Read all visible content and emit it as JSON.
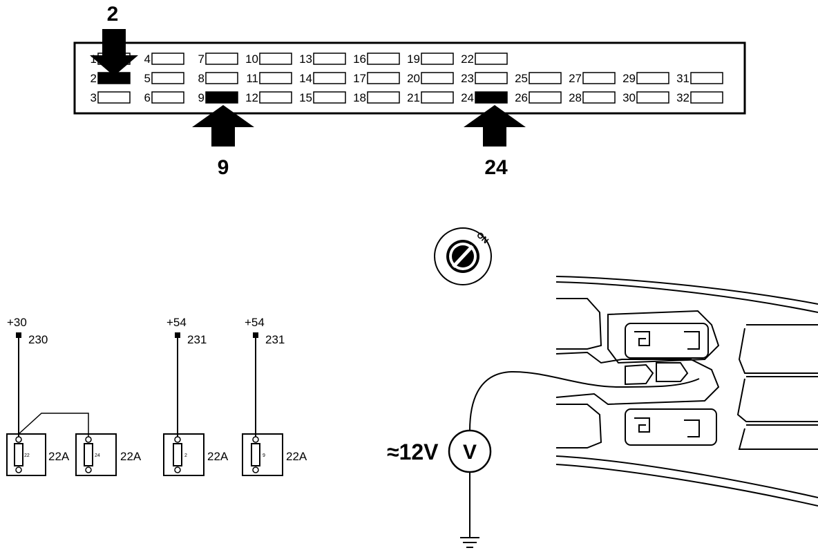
{
  "fuse_box": {
    "rows": [
      [
        1,
        4,
        7,
        10,
        13,
        16,
        19,
        22
      ],
      [
        2,
        5,
        8,
        11,
        14,
        17,
        20,
        23,
        25,
        27,
        29,
        31
      ],
      [
        3,
        6,
        9,
        12,
        15,
        18,
        21,
        24,
        26,
        28,
        30,
        32
      ]
    ],
    "highlighted": [
      2,
      9,
      24
    ],
    "callouts": [
      "2",
      "9",
      "24"
    ]
  },
  "ignition": {
    "label": "ON"
  },
  "circuits": [
    {
      "supply": "+30",
      "wire": "230",
      "fuses": [
        {
          "number": "22",
          "rating": "22A"
        },
        {
          "number": "24",
          "rating": "22A"
        }
      ]
    },
    {
      "supply": "+54",
      "wire": "231",
      "fuses": [
        {
          "number": "2",
          "rating": "22A"
        }
      ]
    },
    {
      "supply": "+54",
      "wire": "231",
      "fuses": [
        {
          "number": "9",
          "rating": "22A"
        }
      ]
    }
  ],
  "meter": {
    "reading": "≈12V",
    "symbol": "V"
  }
}
